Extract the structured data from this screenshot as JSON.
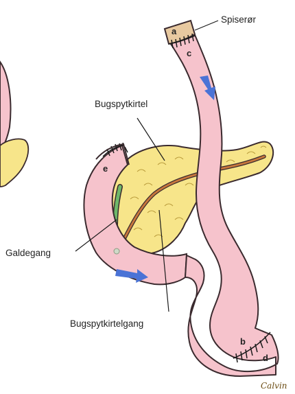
{
  "labels": {
    "esophagus": "Spiserør",
    "pancreas": "Bugspytkirtel",
    "bile_duct": "Galdegang",
    "pancreatic_duct": "Bugspytkirtelgang"
  },
  "letters": {
    "a": "a",
    "b": "b",
    "c": "c",
    "d": "d",
    "e": "e"
  },
  "signature": "Calvin",
  "colors": {
    "intestine_fill": "#f6c3cc",
    "intestine_stroke": "#3a2a2e",
    "pancreas_fill": "#f7e58a",
    "bile_duct": "#6fb86a",
    "pancreatic_duct": "#c7773d",
    "arrow": "#4a73d6",
    "esophagus_stump": "#e8c9a0"
  },
  "icons": {
    "flow_arrows": "arrow-icon",
    "sutures": "suture-icon"
  }
}
